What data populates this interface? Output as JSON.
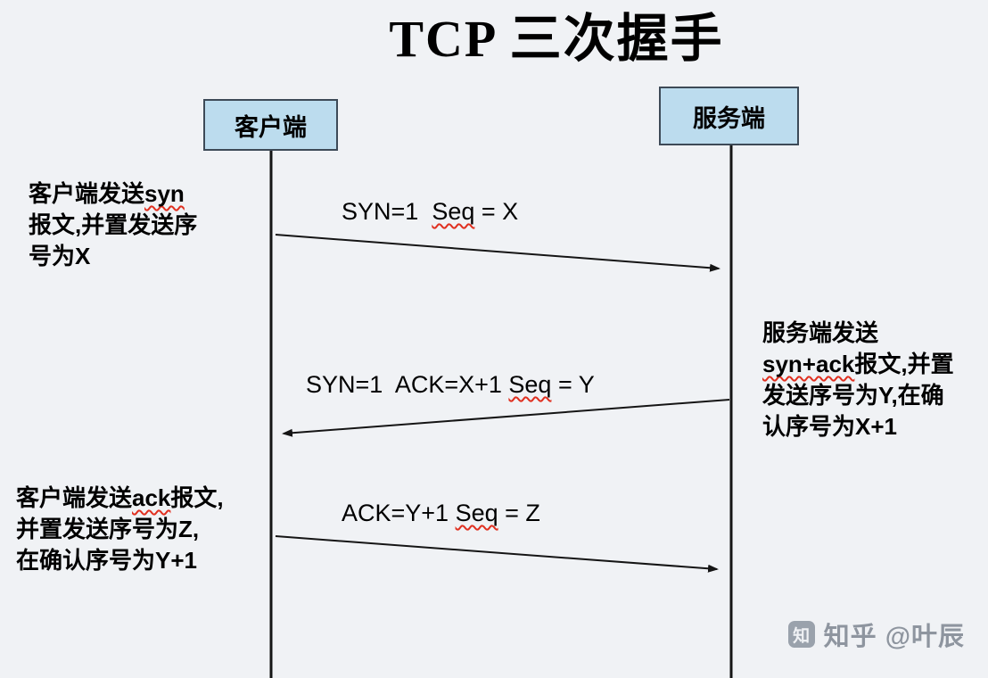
{
  "title": "TCP 三次握手",
  "actors": {
    "client": "客户端",
    "server": "服务端"
  },
  "colors": {
    "background": "#f0f2f5",
    "actor_box_fill": "#bcdcee",
    "line": "#151515",
    "spellcheck_underline": "#e03020",
    "watermark_gray": "#8e959f"
  },
  "messages": [
    {
      "name": "syn",
      "direction": "client-to-server",
      "segments": [
        {
          "t": "SYN=1  ",
          "w": false
        },
        {
          "t": "Seq",
          "w": true
        },
        {
          "t": " = X",
          "w": false
        }
      ]
    },
    {
      "name": "syn-ack",
      "direction": "server-to-client",
      "segments": [
        {
          "t": "SYN=1  ACK=X+1 ",
          "w": false
        },
        {
          "t": "Seq",
          "w": true
        },
        {
          "t": " = Y",
          "w": false
        }
      ]
    },
    {
      "name": "ack",
      "direction": "client-to-server",
      "segments": [
        {
          "t": "ACK=Y+1 ",
          "w": false
        },
        {
          "t": "Seq",
          "w": true
        },
        {
          "t": " = Z",
          "w": false
        }
      ]
    }
  ],
  "annotations": [
    {
      "id": "client-syn-note",
      "lines": [
        [
          {
            "t": "客户端发送",
            "w": false
          },
          {
            "t": "syn",
            "w": true
          }
        ],
        [
          {
            "t": "报文,并置发送序",
            "w": false
          }
        ],
        [
          {
            "t": "号为X",
            "w": false
          }
        ]
      ]
    },
    {
      "id": "server-synack-note",
      "lines": [
        [
          {
            "t": "服务端发送",
            "w": false
          }
        ],
        [
          {
            "t": "syn+ack",
            "w": true
          },
          {
            "t": "报文,并置",
            "w": false
          }
        ],
        [
          {
            "t": "发送序号为Y,在确",
            "w": false
          }
        ],
        [
          {
            "t": "认序号为X+1",
            "w": false
          }
        ]
      ]
    },
    {
      "id": "client-ack-note",
      "lines": [
        [
          {
            "t": "客户端发送",
            "w": false
          },
          {
            "t": "ack",
            "w": true
          },
          {
            "t": "报文,",
            "w": false
          }
        ],
        [
          {
            "t": "并置发送序号为Z,",
            "w": false
          }
        ],
        [
          {
            "t": "在确认序号为Y+1",
            "w": false
          }
        ]
      ]
    }
  ],
  "watermark": {
    "logo_glyph": "知",
    "text": "知乎 @叶辰"
  }
}
